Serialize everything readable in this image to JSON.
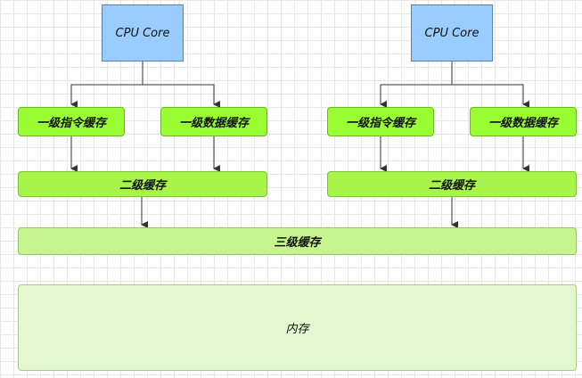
{
  "cpu_left": "CPU Core",
  "cpu_right": "CPU Core",
  "l1_instr_left": "一级指令缓存",
  "l1_data_left": "一级数据缓存",
  "l1_instr_right": "一级指令缓存",
  "l1_data_right": "一级数据缓存",
  "l2_left": "二级缓存",
  "l2_right": "二级缓存",
  "l3": "三级缓存",
  "memory": "内存"
}
